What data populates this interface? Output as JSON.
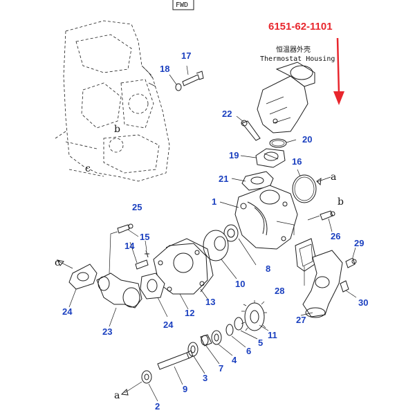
{
  "header": {
    "part_number": "6151-62-1101",
    "caption_cn": "恒温器外壳",
    "caption_en": "Thermostat Housing",
    "fwd_tag": "FWD"
  },
  "colors": {
    "callout": "#1a3fbf",
    "part_number": "#e8262d",
    "arrow": "#e8262d",
    "drawing": "#1a1a1a"
  },
  "callouts": [
    "17",
    "18",
    "22",
    "20",
    "19",
    "16",
    "21",
    "1",
    "26",
    "25",
    "15",
    "14",
    "29",
    "8",
    "10",
    "28",
    "13",
    "12",
    "24",
    "24",
    "23",
    "30",
    "27",
    "11",
    "5",
    "6",
    "4",
    "7",
    "3",
    "9",
    "2"
  ],
  "refs": [
    "b",
    "c",
    "a",
    "b",
    "c",
    "a"
  ]
}
